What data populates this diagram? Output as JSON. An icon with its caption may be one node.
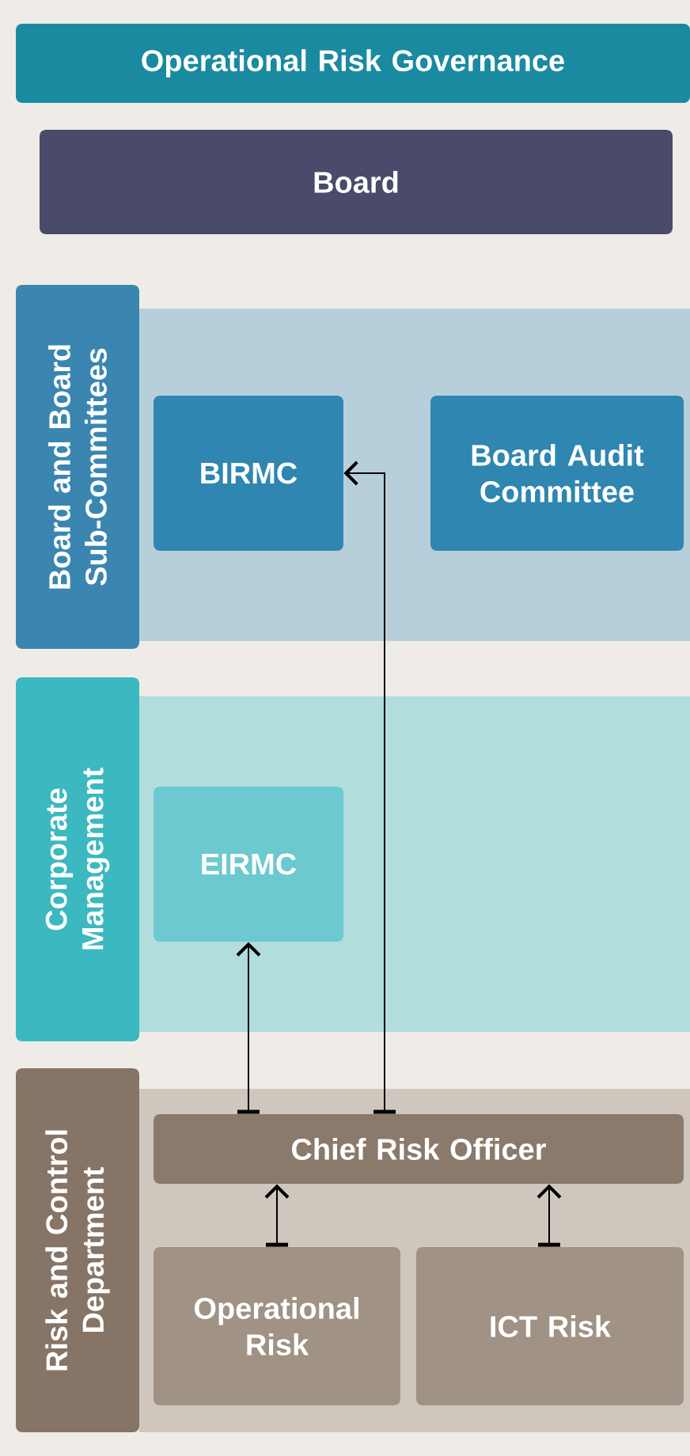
{
  "diagram": {
    "nodes": [
      {
        "text": [
          "Operational Risk Governance"
        ]
      },
      {
        "text": [
          "Board"
        ]
      },
      {
        "text": [
          "Board and Board Sub-Committees"
        ]
      },
      {
        "text": [
          "BIRMC"
        ]
      },
      {
        "text": [
          "Board Audit Committee"
        ]
      },
      {
        "text": [
          "Corporate Management"
        ]
      },
      {
        "text": [
          "EIRMC"
        ]
      },
      {
        "text": [
          "Risk and Control Department"
        ]
      },
      {
        "text": [
          "Chief Risk Officer"
        ]
      },
      {
        "text": [
          "Operational Risk"
        ]
      },
      {
        "text": [
          "ICT Risk"
        ]
      }
    ],
    "edges": [
      {
        "from": 8,
        "to": 6,
        "arrow": "to"
      },
      {
        "from": 8,
        "to": 3,
        "arrow": "to"
      },
      {
        "from": 9,
        "to": 8,
        "arrow": "to"
      },
      {
        "from": 10,
        "to": 8,
        "arrow": "to"
      }
    ]
  }
}
